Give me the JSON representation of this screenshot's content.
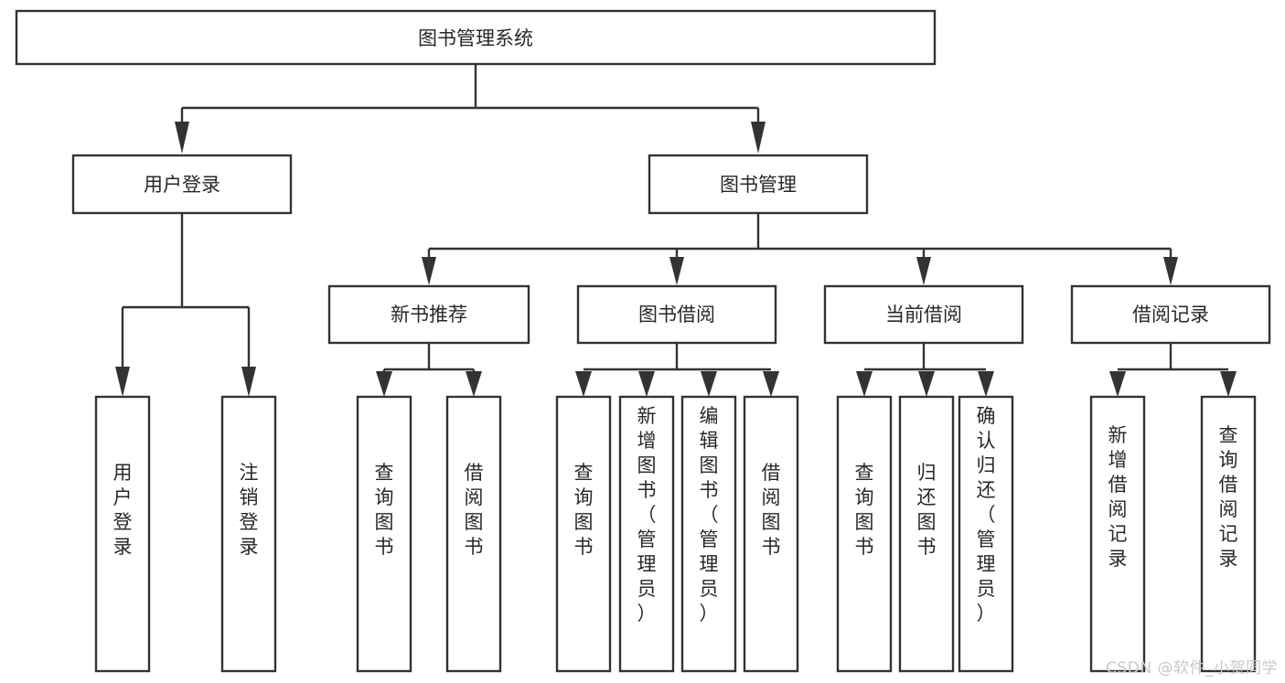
{
  "diagram": {
    "type": "tree-hierarchy",
    "title": "图书管理系统",
    "orientation": "top-down",
    "colors": {
      "box_fill": "#ffffff",
      "box_stroke": "#333333",
      "text": "#26282b",
      "background": "#ffffff",
      "watermark": "#c9c9c9"
    },
    "nodes": {
      "root": {
        "label": "图书管理系统",
        "level": 1
      },
      "level2": [
        {
          "id": "user-login",
          "label": "用户登录"
        },
        {
          "id": "book-manage",
          "label": "图书管理"
        }
      ],
      "level3": [
        {
          "id": "new-book-recommend",
          "label": "新书推荐",
          "parent": "book-manage"
        },
        {
          "id": "book-borrow",
          "label": "图书借阅",
          "parent": "book-manage"
        },
        {
          "id": "current-borrow",
          "label": "当前借阅",
          "parent": "book-manage"
        },
        {
          "id": "borrow-record",
          "label": "借阅记录",
          "parent": "book-manage"
        }
      ],
      "leaves": {
        "user-login": [
          {
            "id": "leaf-user-login",
            "label": "用户登录"
          },
          {
            "id": "leaf-user-logout",
            "label": "注销登录"
          }
        ],
        "new-book-recommend": [
          {
            "id": "leaf-query-book-1",
            "label": "查询图书"
          },
          {
            "id": "leaf-borrow-book-1",
            "label": "借阅图书"
          }
        ],
        "book-borrow": [
          {
            "id": "leaf-query-book-2",
            "label": "查询图书"
          },
          {
            "id": "leaf-add-book",
            "label": "新增图书（管理员）"
          },
          {
            "id": "leaf-edit-book",
            "label": "编辑图书（管理员）"
          },
          {
            "id": "leaf-borrow-book-2",
            "label": "借阅图书"
          }
        ],
        "current-borrow": [
          {
            "id": "leaf-query-book-3",
            "label": "查询图书"
          },
          {
            "id": "leaf-return-book",
            "label": "归还图书"
          },
          {
            "id": "leaf-confirm-return",
            "label": "确认归还（管理员）"
          }
        ],
        "borrow-record": [
          {
            "id": "leaf-add-record",
            "label": "新增借阅记录"
          },
          {
            "id": "leaf-query-record",
            "label": "查询借阅记录"
          }
        ]
      }
    }
  },
  "watermark": {
    "text": "CSDN @软件_小贺同学"
  }
}
